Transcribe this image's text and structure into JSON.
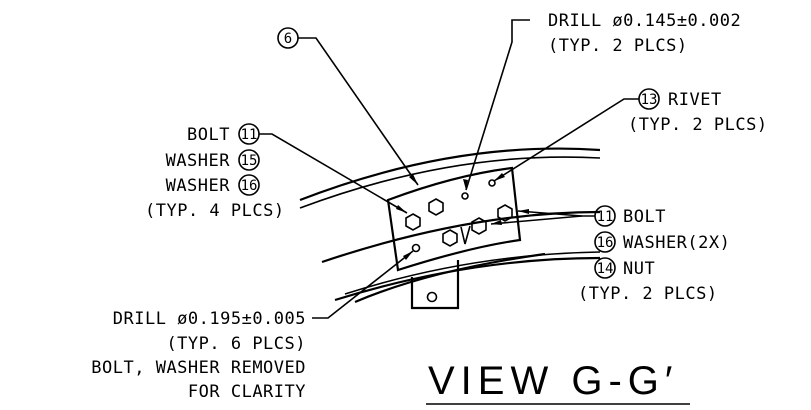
{
  "view": {
    "title": "VIEW G-G′"
  },
  "callouts": {
    "item6": {
      "number": "6"
    },
    "drill_top": {
      "line1": "DRILL ø0.145±0.002",
      "line2": "(TYP. 2 PLCS)"
    },
    "rivet": {
      "number": "13",
      "label": "RIVET",
      "line2": "(TYP. 2 PLCS)"
    },
    "left_group": {
      "bolt_label": "BOLT",
      "bolt_number": "11",
      "washer1_label": "WASHER",
      "washer1_number": "15",
      "washer2_label": "WASHER",
      "washer2_number": "16",
      "typ": "(TYP. 4 PLCS)"
    },
    "right_group": {
      "bolt_number": "11",
      "bolt_label": "BOLT",
      "washer_number": "16",
      "washer_label": "WASHER(2X)",
      "nut_number": "14",
      "nut_label": "NUT",
      "typ": "(TYP. 2 PLCS)"
    },
    "drill_bottom": {
      "line1": "DRILL ø0.195±0.005",
      "line2": "(TYP. 6 PLCS)",
      "line3": "BOLT, WASHER REMOVED",
      "line4": "FOR CLARITY"
    }
  }
}
